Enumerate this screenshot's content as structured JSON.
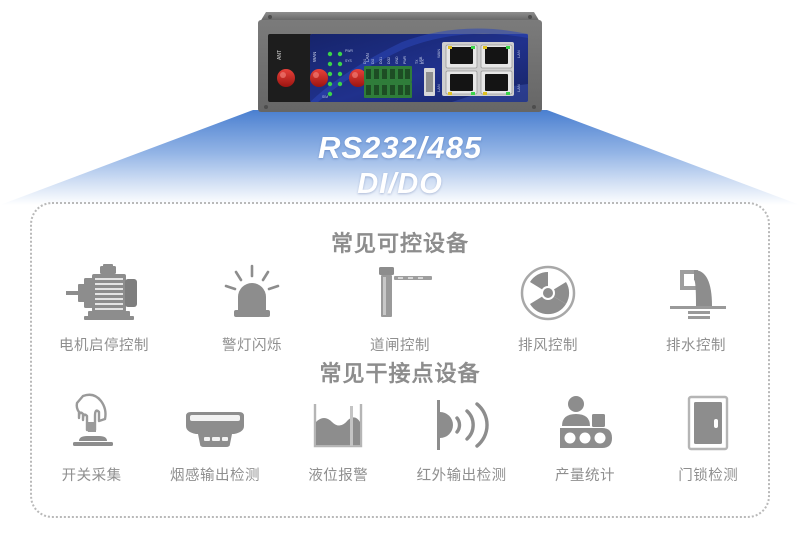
{
  "beam": {
    "line1": "RS232/485",
    "line2": "DI/DO",
    "color_start": "#4f86d8",
    "color_end": "#ffffff"
  },
  "device": {
    "name": "industrial-router",
    "ports": [
      "ANT",
      "WAN",
      "LAN",
      "USB",
      "DI",
      "DO"
    ],
    "body_color": "#6e6e6e",
    "panel_color": "#1c2f7a"
  },
  "sections": [
    {
      "title": "常见可控设备",
      "items": [
        {
          "icon": "motor-icon",
          "label": "电机启停控制"
        },
        {
          "icon": "alarm-light-icon",
          "label": "警灯闪烁"
        },
        {
          "icon": "barrier-gate-icon",
          "label": "道闸控制"
        },
        {
          "icon": "exhaust-fan-icon",
          "label": "排风控制"
        },
        {
          "icon": "drain-pipe-icon",
          "label": "排水控制"
        }
      ]
    },
    {
      "title": "常见干接点设备",
      "items": [
        {
          "icon": "hand-press-button-icon",
          "label": "开关采集"
        },
        {
          "icon": "smoke-detector-icon",
          "label": "烟感输出检测"
        },
        {
          "icon": "water-level-tank-icon",
          "label": "液位报警"
        },
        {
          "icon": "infrared-sensor-icon",
          "label": "红外输出检测"
        },
        {
          "icon": "conveyor-worker-icon",
          "label": "产量统计"
        },
        {
          "icon": "door-lock-icon",
          "label": "门锁检测"
        }
      ]
    }
  ],
  "colors": {
    "icon_gray": "#8d8d8d",
    "text_gray": "#8f8f8f",
    "border_gray": "#b9b9b9"
  }
}
